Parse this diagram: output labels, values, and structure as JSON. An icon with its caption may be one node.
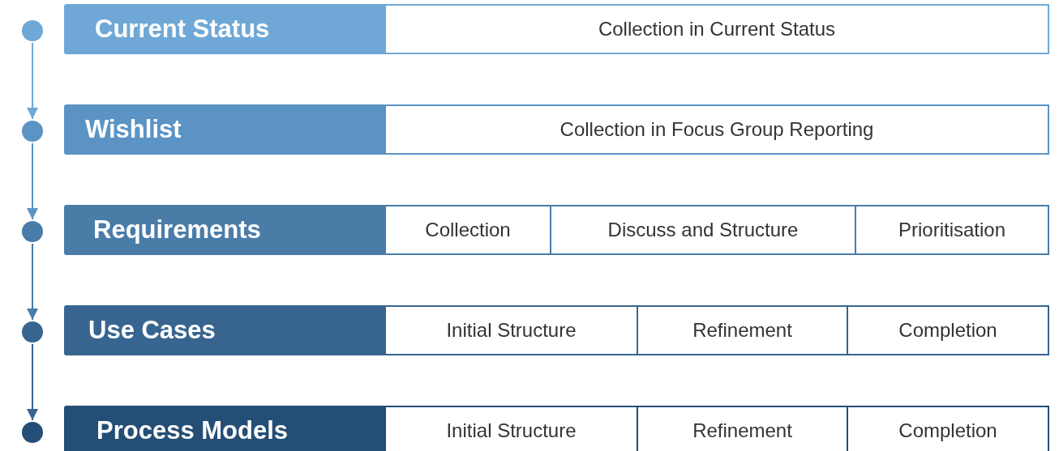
{
  "diagram": {
    "nodes": [
      {
        "text": [],
        "shape": "circle"
      },
      {
        "text": [
          "Current Status"
        ]
      },
      {
        "text": [
          "Collection in Current Status"
        ]
      },
      {
        "text": [],
        "shape": "circle"
      },
      {
        "text": [
          "Wishlist"
        ]
      },
      {
        "text": [
          "Collection in Focus Group Reporting"
        ]
      },
      {
        "text": [],
        "shape": "circle"
      },
      {
        "text": [
          "Requirements"
        ]
      },
      {
        "text": [
          "Collection"
        ]
      },
      {
        "text": [
          "Discuss and Structure"
        ]
      },
      {
        "text": [
          "Prioritisation"
        ]
      },
      {
        "text": [],
        "shape": "circle"
      },
      {
        "text": [
          "Use Cases"
        ]
      },
      {
        "text": [
          "Initial Structure"
        ]
      },
      {
        "text": [
          "Refinement"
        ]
      },
      {
        "text": [
          "Completion"
        ]
      },
      {
        "text": [],
        "shape": "circle"
      },
      {
        "text": [
          "Process Models"
        ]
      },
      {
        "text": [
          "Initial Structure"
        ]
      },
      {
        "text": [
          "Refinement"
        ]
      },
      {
        "text": [
          "Completion"
        ]
      }
    ],
    "edges": [
      {
        "from": 0,
        "to": 3,
        "arrow": "to",
        "color": "#6fa8d6"
      },
      {
        "from": 3,
        "to": 6,
        "arrow": "to",
        "color": "#5b93c4"
      },
      {
        "from": 6,
        "to": 11,
        "arrow": "to",
        "color": "#4a7ca8"
      },
      {
        "from": 11,
        "to": 16,
        "arrow": "to",
        "color": "#386590"
      }
    ]
  }
}
